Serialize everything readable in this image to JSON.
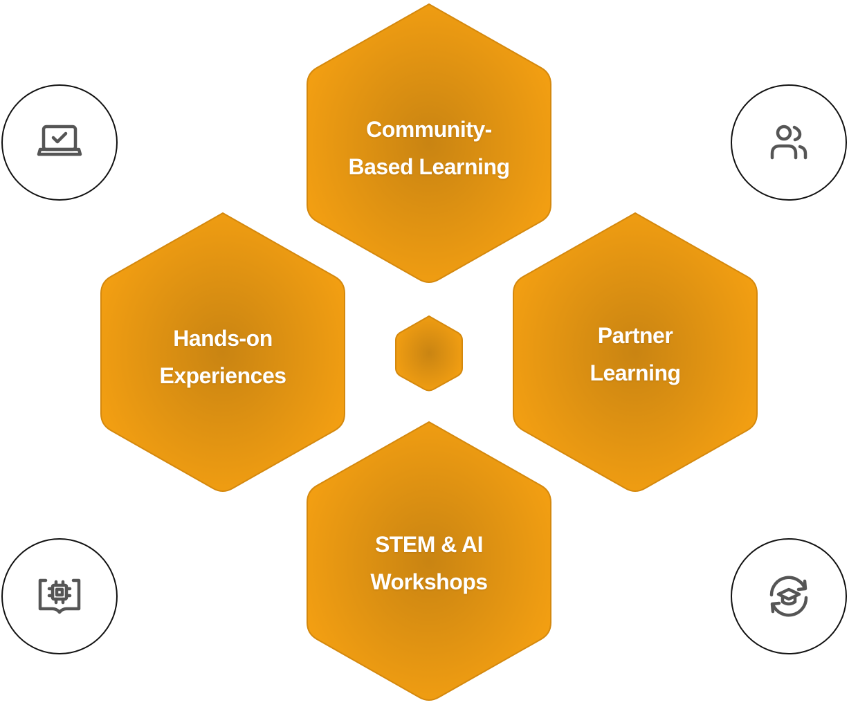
{
  "colors": {
    "hex_center": "#c98412",
    "hex_edge": "#f39f12",
    "hex_border": "#d4880d",
    "label": "#ffffff",
    "icon_stroke": "#555555",
    "circle_border": "#111111"
  },
  "hexagons": [
    {
      "id": "top",
      "line1": "Community-",
      "line2": "Based Learning"
    },
    {
      "id": "left",
      "line1": "Hands-on",
      "line2": "Experiences"
    },
    {
      "id": "right",
      "line1": "Partner",
      "line2": "Learning"
    },
    {
      "id": "bottom",
      "line1": "STEM & AI",
      "line2": "Workshops"
    }
  ],
  "icons": [
    {
      "position": "top-left",
      "name": "laptop-check-icon"
    },
    {
      "position": "top-right",
      "name": "users-icon"
    },
    {
      "position": "bottom-left",
      "name": "chip-book-icon"
    },
    {
      "position": "bottom-right",
      "name": "graduation-cap-refresh-icon"
    }
  ]
}
